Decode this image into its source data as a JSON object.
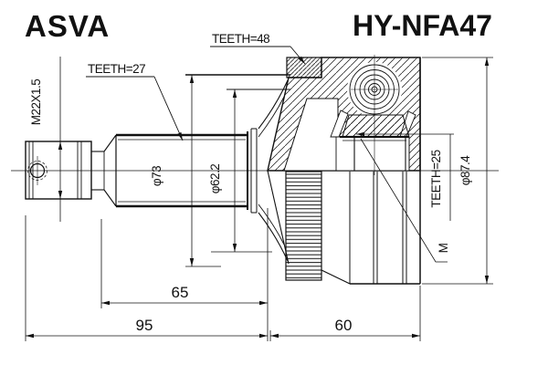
{
  "title": {
    "brand": "ASVA",
    "part_number": "HY-NFA47"
  },
  "drawing": {
    "labels": {
      "thread_spec": "M22X1.5",
      "shaft_spline_teeth": "TEETH=27",
      "abs_ring_teeth": "TEETH=48",
      "inner_race_teeth": "TEETH=25",
      "dia_73": "φ73",
      "dia_62_2": "φ62.2",
      "dia_87_4": "φ87.4",
      "marking": "M"
    },
    "dimensions": {
      "spline_section_length": "65",
      "shaft_length": "95",
      "housing_length": "60"
    },
    "colors": {
      "line": "#111111",
      "background": "#ffffff"
    }
  }
}
